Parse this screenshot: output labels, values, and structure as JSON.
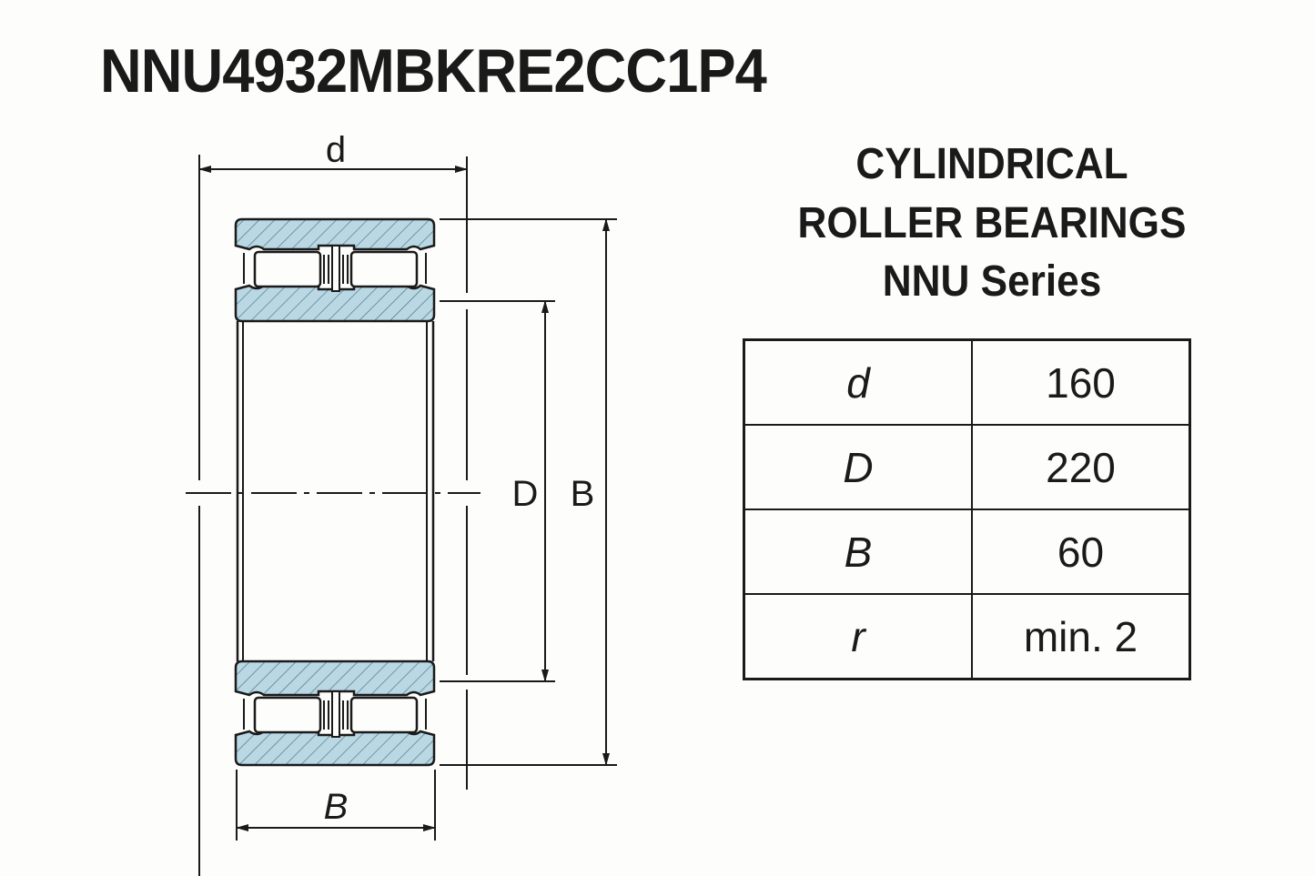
{
  "title": "NNU4932MBKRE2CC1P4",
  "heading": {
    "line1": "CYLINDRICAL",
    "line2": "ROLLER BEARINGS",
    "line3": "NNU Series"
  },
  "drawing": {
    "dimension_labels": {
      "d": "d",
      "D": "D",
      "B_height": "B",
      "B_width": "B"
    },
    "colors": {
      "ring_fill": "#b9d8e4",
      "line": "#1a1a1a",
      "hatch": "#4a6f80"
    }
  },
  "specs_table": {
    "rows": [
      {
        "symbol": "d",
        "value": "160"
      },
      {
        "symbol": "D",
        "value": "220"
      },
      {
        "symbol": "B",
        "value": "60"
      },
      {
        "symbol": "r",
        "value": "min. 2"
      }
    ]
  }
}
